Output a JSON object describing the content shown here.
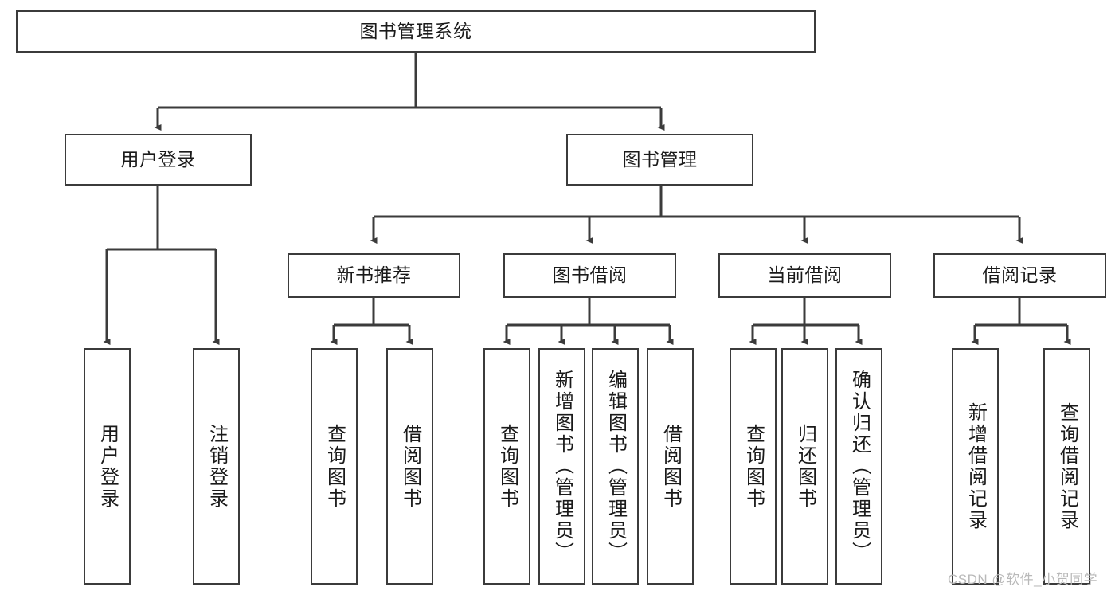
{
  "diagram": {
    "type": "tree-hierarchy",
    "orientation": "top-down",
    "root": {
      "id": "root",
      "label": "图书管理系统"
    },
    "level2": [
      {
        "id": "user-login",
        "label": "用户登录"
      },
      {
        "id": "book-management",
        "label": "图书管理"
      }
    ],
    "level3": [
      {
        "id": "new-book-recommend",
        "label": "新书推荐",
        "parent": "book-management"
      },
      {
        "id": "book-borrow",
        "label": "图书借阅",
        "parent": "book-management"
      },
      {
        "id": "current-borrow",
        "label": "当前借阅",
        "parent": "book-management"
      },
      {
        "id": "borrow-record",
        "label": "借阅记录",
        "parent": "book-management"
      }
    ],
    "leaves": [
      {
        "id": "leaf-user-login",
        "label": "用户登录",
        "parent": "user-login"
      },
      {
        "id": "leaf-logout-login",
        "label": "注销登录",
        "parent": "user-login"
      },
      {
        "id": "leaf-query-book-1",
        "label": "查询图书",
        "parent": "new-book-recommend"
      },
      {
        "id": "leaf-borrow-book-1",
        "label": "借阅图书",
        "parent": "new-book-recommend"
      },
      {
        "id": "leaf-query-book-2",
        "label": "查询图书",
        "parent": "book-borrow"
      },
      {
        "id": "leaf-add-book",
        "label": "新增图书（管理员）",
        "parent": "book-borrow"
      },
      {
        "id": "leaf-edit-book",
        "label": "编辑图书（管理员）",
        "parent": "book-borrow"
      },
      {
        "id": "leaf-borrow-book-2",
        "label": "借阅图书",
        "parent": "book-borrow"
      },
      {
        "id": "leaf-query-book-3",
        "label": "查询图书",
        "parent": "current-borrow"
      },
      {
        "id": "leaf-return-book",
        "label": "归还图书",
        "parent": "current-borrow"
      },
      {
        "id": "leaf-confirm-return",
        "label": "确认归还（管理员）",
        "parent": "current-borrow"
      },
      {
        "id": "leaf-add-record",
        "label": "新增借阅记录",
        "parent": "borrow-record"
      },
      {
        "id": "leaf-query-record",
        "label": "查询借阅记录",
        "parent": "borrow-record"
      }
    ]
  },
  "watermark": {
    "text": "CSDN @软件_小贺同学"
  },
  "colors": {
    "stroke": "#3b3b3b",
    "text": "#1a1a1a",
    "background": "#ffffff",
    "watermark": "#b9b9b9"
  }
}
